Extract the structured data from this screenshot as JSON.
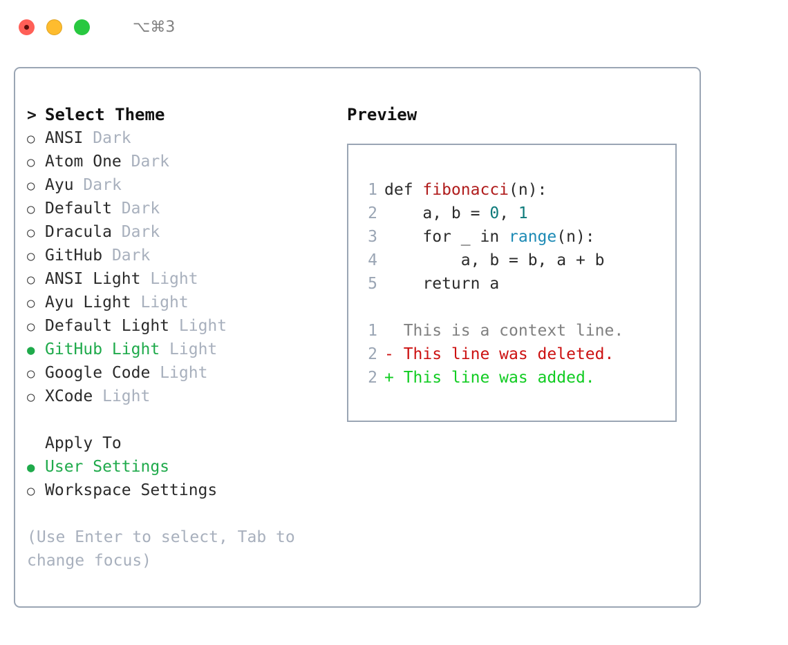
{
  "titlebar": {
    "shortcut": "⌥⌘3",
    "dots": [
      {
        "name": "close",
        "color": "#ff5f57"
      },
      {
        "name": "minimize",
        "color": "#febc2e"
      },
      {
        "name": "maximize",
        "color": "#28c840"
      }
    ]
  },
  "theme_picker": {
    "prompt_marker": ">",
    "header": "Select Theme",
    "bullet_selected": "●",
    "bullet_unselected": "○",
    "items": [
      {
        "name": "ANSI",
        "kind": "Dark",
        "selected": false
      },
      {
        "name": "Atom One",
        "kind": "Dark",
        "selected": false
      },
      {
        "name": "Ayu",
        "kind": "Dark",
        "selected": false
      },
      {
        "name": "Default",
        "kind": "Dark",
        "selected": false
      },
      {
        "name": "Dracula",
        "kind": "Dark",
        "selected": false
      },
      {
        "name": "GitHub",
        "kind": "Dark",
        "selected": false
      },
      {
        "name": "ANSI Light",
        "kind": "Light",
        "selected": false
      },
      {
        "name": "Ayu Light",
        "kind": "Light",
        "selected": false
      },
      {
        "name": "Default Light",
        "kind": "Light",
        "selected": false
      },
      {
        "name": "GitHub Light",
        "kind": "Light",
        "selected": true
      },
      {
        "name": "Google Code",
        "kind": "Light",
        "selected": false
      },
      {
        "name": "XCode",
        "kind": "Light",
        "selected": false
      }
    ]
  },
  "apply_to": {
    "header": "Apply To",
    "items": [
      {
        "name": "User Settings",
        "selected": true
      },
      {
        "name": "Workspace Settings",
        "selected": false
      }
    ]
  },
  "hint": "(Use Enter to select, Tab to change focus)",
  "preview": {
    "title": "Preview",
    "code_lines": [
      {
        "no": "1",
        "parts": [
          {
            "t": "def ",
            "c": "plain"
          },
          {
            "t": "fibonacci",
            "c": "func"
          },
          {
            "t": "(n):",
            "c": "plain"
          }
        ]
      },
      {
        "no": "2",
        "parts": [
          {
            "t": "    a, b = ",
            "c": "plain"
          },
          {
            "t": "0",
            "c": "num"
          },
          {
            "t": ", ",
            "c": "plain"
          },
          {
            "t": "1",
            "c": "num"
          }
        ]
      },
      {
        "no": "3",
        "parts": [
          {
            "t": "    for _ in ",
            "c": "plain"
          },
          {
            "t": "range",
            "c": "call"
          },
          {
            "t": "(n):",
            "c": "plain"
          }
        ]
      },
      {
        "no": "4",
        "parts": [
          {
            "t": "        a, b = b, a + b",
            "c": "plain"
          }
        ]
      },
      {
        "no": "5",
        "parts": [
          {
            "t": "    return a",
            "c": "plain"
          }
        ]
      }
    ],
    "diff_lines": [
      {
        "no": "1",
        "text": "  This is a context line.",
        "kind": "context"
      },
      {
        "no": "2",
        "text": "- This line was deleted.",
        "kind": "deleted"
      },
      {
        "no": "2",
        "text": "+ This line was added.",
        "kind": "added"
      }
    ]
  },
  "colors": {
    "accent_green": "#1faa4b",
    "muted": "#a8b0bd",
    "border": "#9aa5b4",
    "syntax_function": "#b01c1c",
    "syntax_number": "#0d7a7a",
    "syntax_call": "#1c8ab5",
    "diff_added": "#11cc22",
    "diff_deleted": "#cc1111",
    "diff_context": "#808080"
  }
}
